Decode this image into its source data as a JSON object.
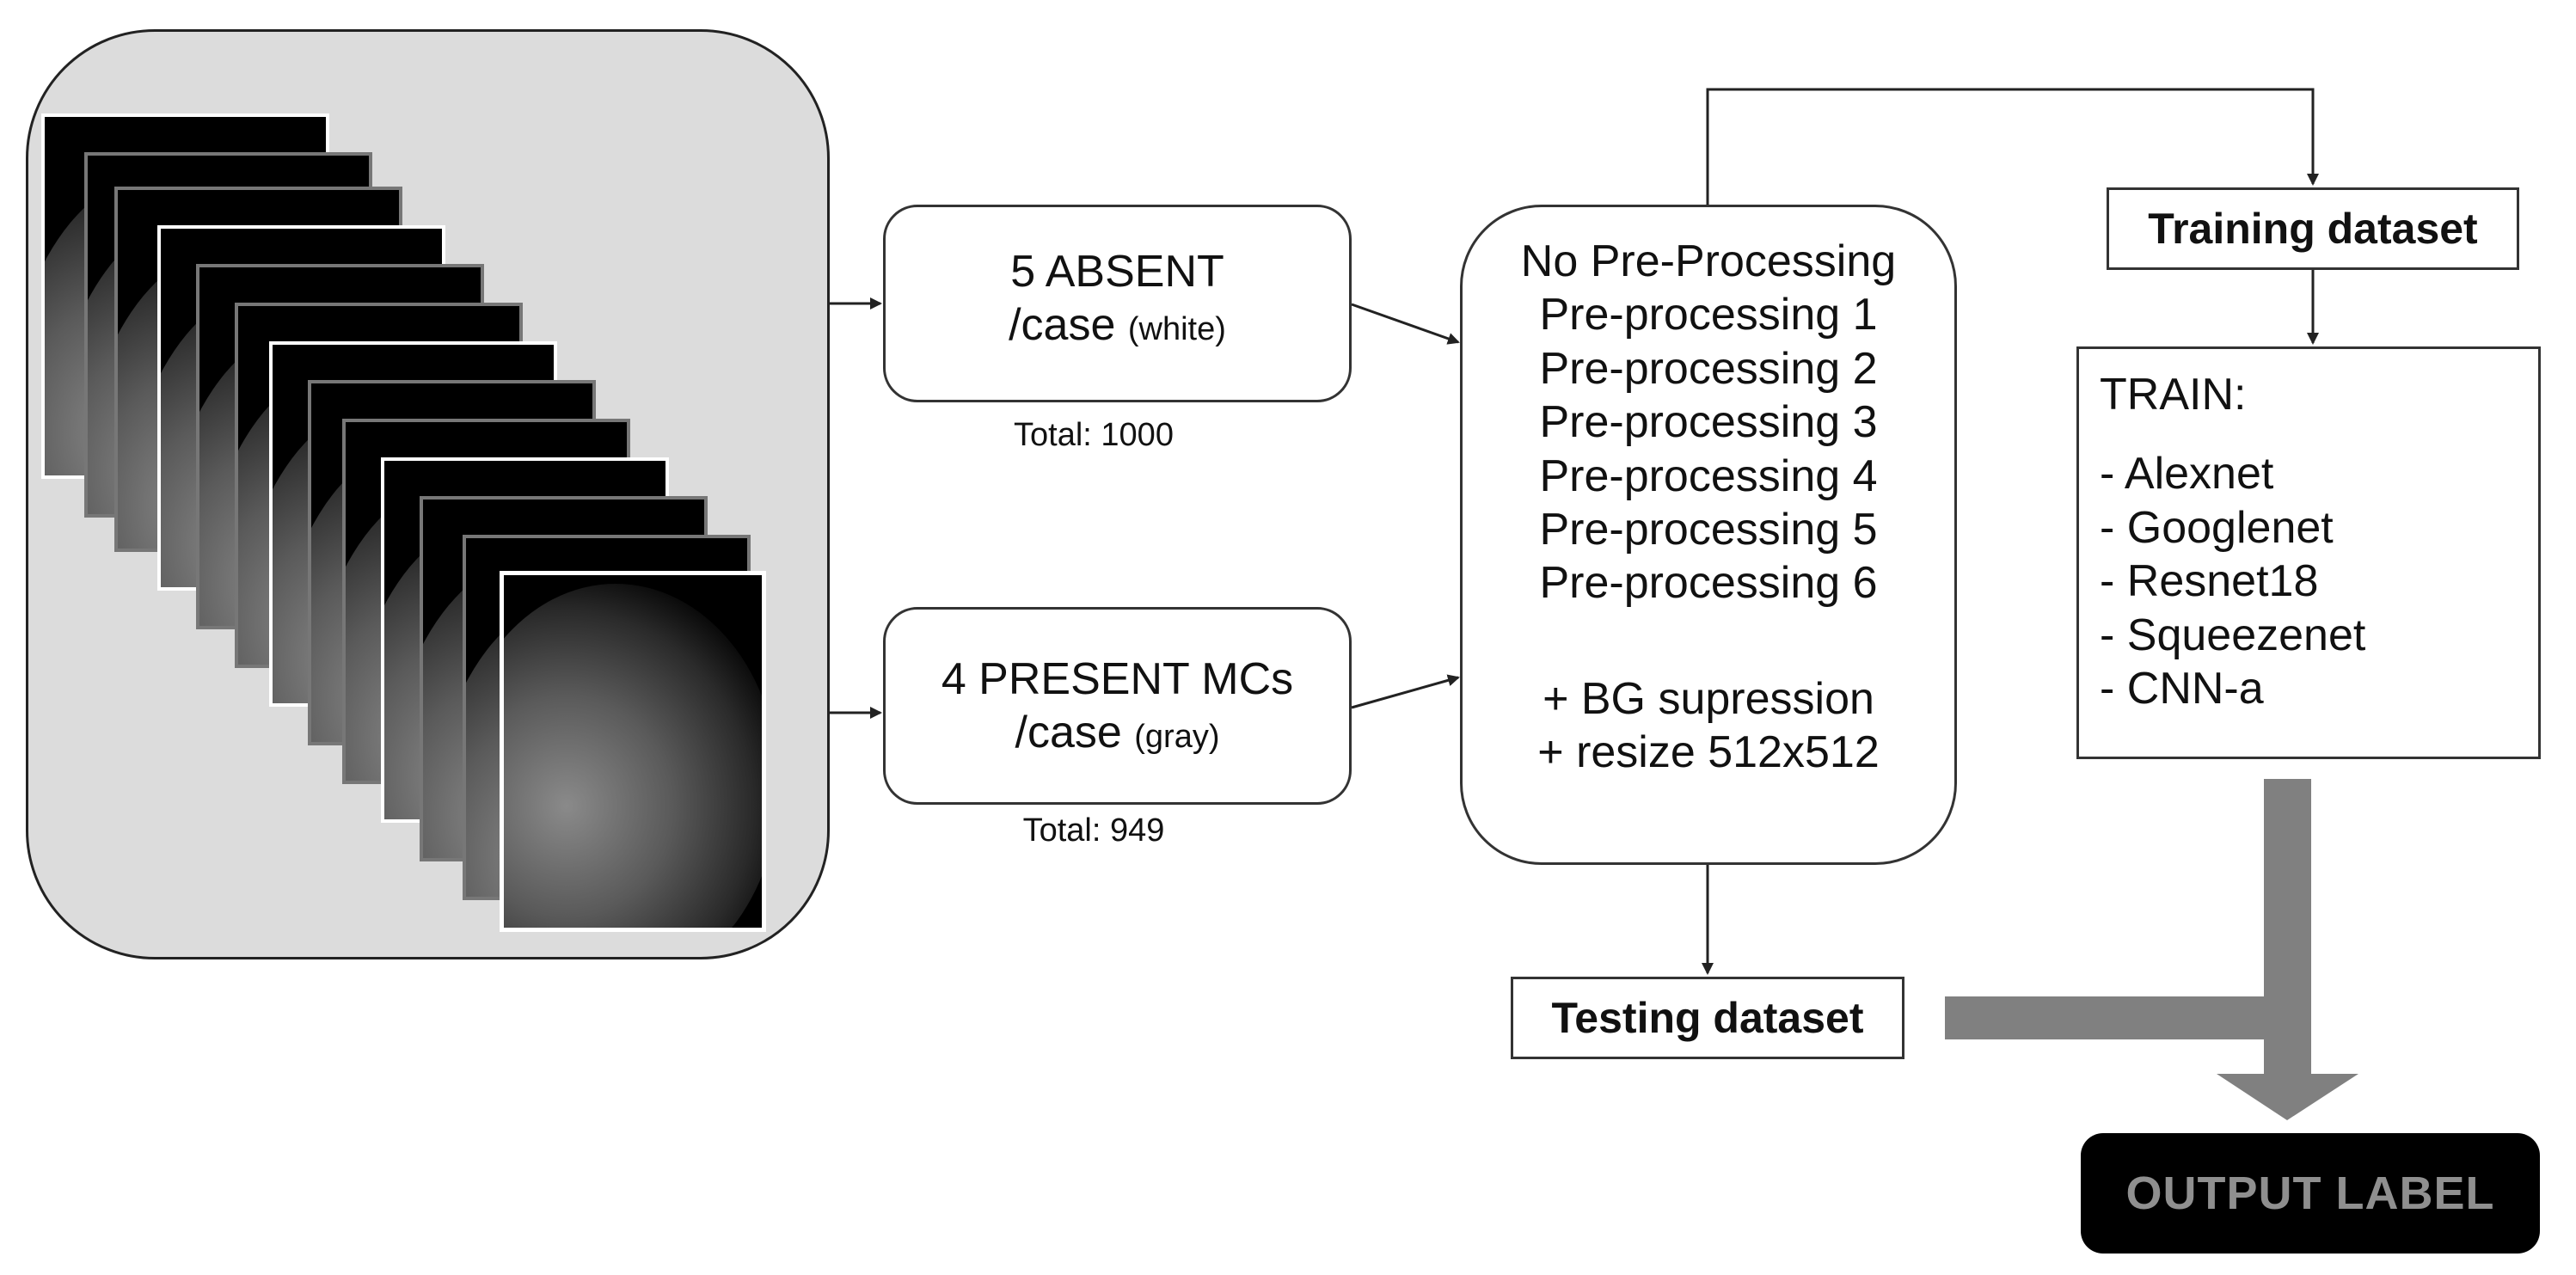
{
  "absent_box": {
    "line1": "5 ABSENT",
    "line2": "/case",
    "note": "(white)",
    "total": "Total: 1000"
  },
  "present_box": {
    "line1": "4 PRESENT MCs",
    "line2": "/case",
    "note": "(gray)",
    "total": "Total: 949"
  },
  "preprocessing_box": {
    "items": [
      "No Pre-Processing",
      "Pre-processing 1",
      "Pre-processing 2",
      "Pre-processing 3",
      "Pre-processing 4",
      "Pre-processing 5",
      "Pre-processing 6"
    ],
    "extras": [
      "+ BG supression",
      "+ resize 512x512"
    ]
  },
  "training_dataset": "Training dataset",
  "testing_dataset": "Testing dataset",
  "train_box": {
    "title": "TRAIN:",
    "models": [
      "- Alexnet",
      "- Googlenet",
      "- Resnet18",
      "- Squeezenet",
      "- CNN-a"
    ]
  },
  "output_label": "OUTPUT LABEL",
  "colors": {
    "panel": "#dcdcdc",
    "thick_arrow": "#808080",
    "output_bg": "#000000",
    "output_text": "#8f8f8f"
  }
}
